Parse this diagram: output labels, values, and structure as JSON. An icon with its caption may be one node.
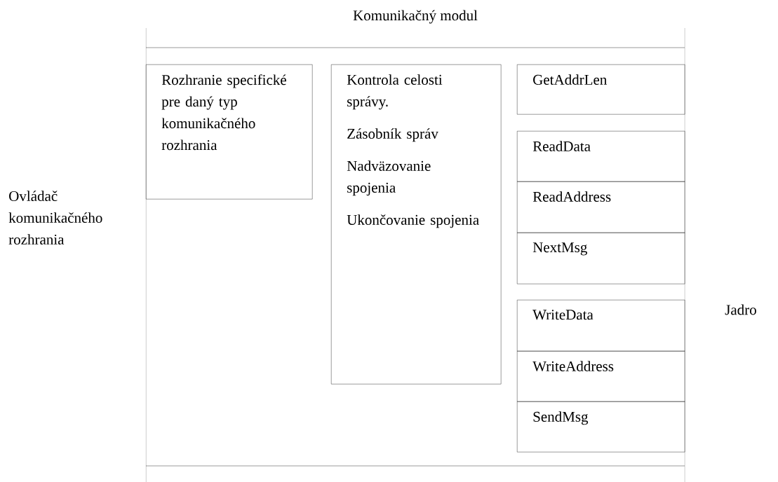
{
  "diagram": {
    "nodes": [
      {
        "text": [
          "Komunikačný modul"
        ]
      },
      {
        "text": [
          "Rozhranie specifické pre daný typ komunikačného rozhrania"
        ],
        "in": 0
      },
      {
        "text": [
          "Kontrola celosti správy.",
          "Zásobník správ",
          "Nadväzovanie spojenia",
          "Ukončovanie spojenia"
        ],
        "in": 0
      },
      {
        "text": [
          "GetAddrLen"
        ],
        "in": 0
      },
      {
        "text": [
          "ReadData"
        ],
        "in": 0
      },
      {
        "text": [
          "ReadAddress"
        ],
        "in": 0
      },
      {
        "text": [
          "NextMsg"
        ],
        "in": 0
      },
      {
        "text": [
          "WriteData"
        ],
        "in": 0
      },
      {
        "text": [
          "WriteAddress"
        ],
        "in": 0
      },
      {
        "text": [
          "SendMsg"
        ],
        "in": 0
      }
    ],
    "edges": [],
    "labels": [
      "Ovládač komunikačného rozhrania",
      "Jadro"
    ]
  }
}
